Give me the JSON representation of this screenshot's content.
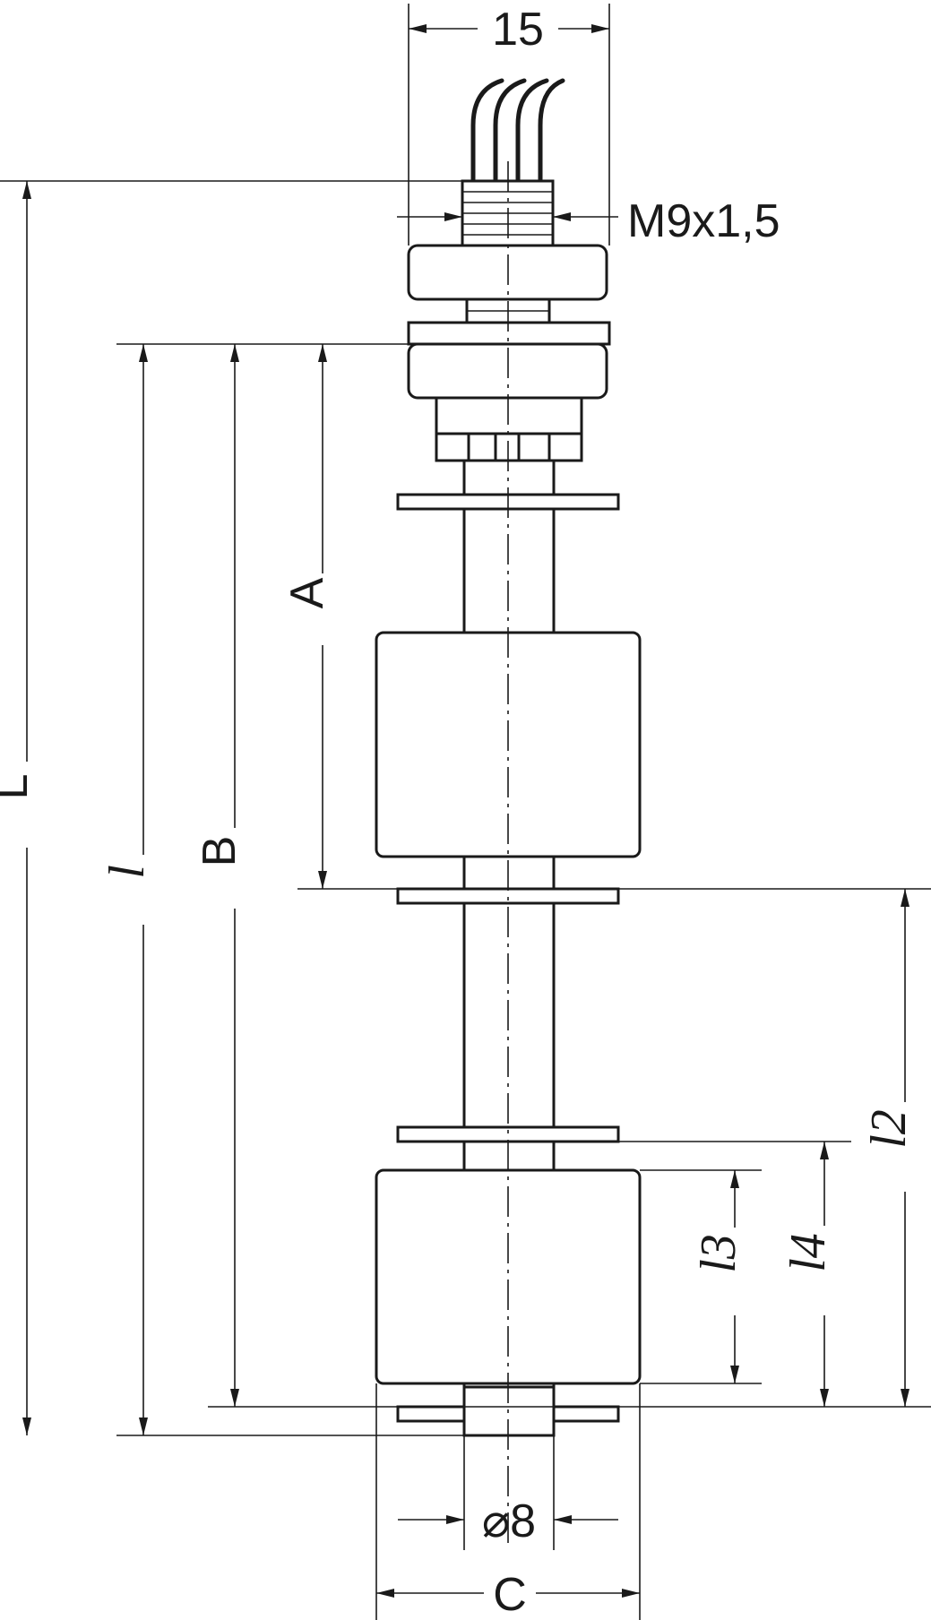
{
  "labels": {
    "width_top": "15",
    "thread": "M9x1,5",
    "total_length": "L",
    "length_l": "l",
    "dim_b": "B",
    "dim_a": "A",
    "dim_l2": "l2",
    "dim_l3": "l3",
    "dim_l4": "l4",
    "diameter": "⌀8",
    "float_diameter": "C"
  }
}
